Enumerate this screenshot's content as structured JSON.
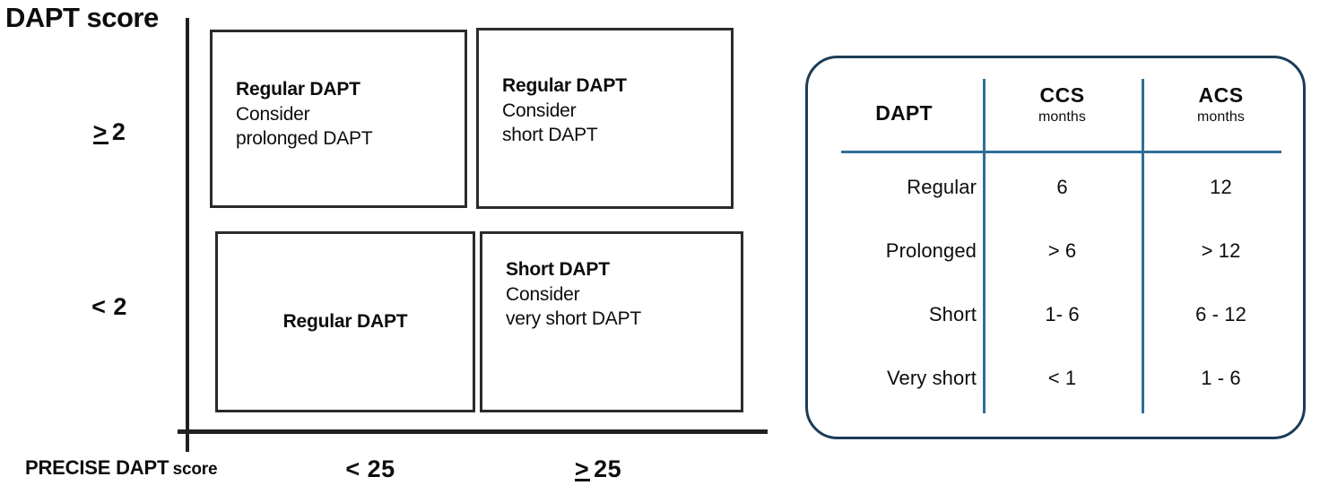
{
  "figure": {
    "y_axis_title": "DAPT score",
    "y_ticks": [
      {
        "prefix": ">",
        "value": "2",
        "underlined": true
      },
      {
        "prefix": "<",
        "value": "2",
        "underlined": false
      }
    ],
    "x_axis_caption_big": "PRECISE DAPT",
    "x_axis_caption_small": "score",
    "x_ticks": [
      {
        "prefix": "<",
        "value": "25",
        "underlined": false
      },
      {
        "prefix": ">",
        "value": "25",
        "underlined": true
      }
    ],
    "quadrants": {
      "top_left": {
        "title": "Regular DAPT",
        "line1": "Consider",
        "line2": "prolonged DAPT"
      },
      "top_right": {
        "title": "Regular DAPT",
        "line1": "Consider",
        "line2": "short DAPT"
      },
      "bottom_left": {
        "title": "Regular DAPT"
      },
      "bottom_right": {
        "title": "Short DAPT",
        "line1": "Consider",
        "line2": "very short DAPT"
      }
    }
  },
  "table": {
    "headers": {
      "row_label": "DAPT",
      "col1_main": "CCS",
      "col1_sub": "months",
      "col2_main": "ACS",
      "col2_sub": "months"
    },
    "rows": [
      {
        "label": "Regular",
        "ccs": "6",
        "acs": "12"
      },
      {
        "label": "Prolonged",
        "ccs": "> 6",
        "acs": "> 12"
      },
      {
        "label": "Short",
        "ccs": "1- 6",
        "acs": "6 - 12"
      },
      {
        "label": "Very short",
        "ccs": "< 1",
        "acs": "1 - 6"
      }
    ]
  },
  "colors": {
    "panel_border": "#1d3c57",
    "table_rule": "#2d6f98",
    "box_border": "#2b2b2b",
    "axis": "#231f20",
    "text": "#0d0d0d"
  }
}
